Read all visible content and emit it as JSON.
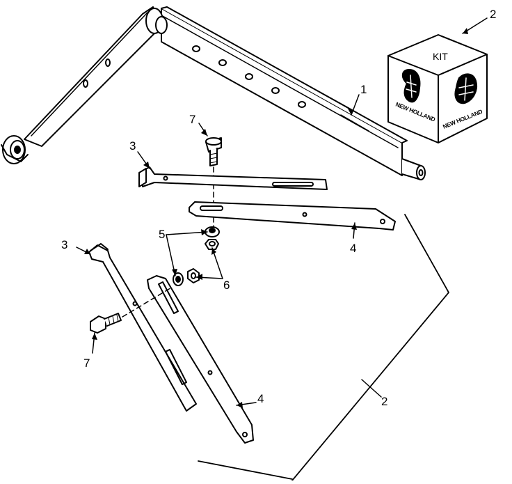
{
  "callouts": {
    "lift_arm": "1",
    "kit_box": "2",
    "bracket_kit": "2",
    "bracket_upper": "3",
    "bracket_lower": "3",
    "strap_upper": "4",
    "strap_lower": "4",
    "washer": "5",
    "nut": "6",
    "bolt_upper": "7",
    "bolt_lower": "7"
  },
  "kit_box": {
    "label": "KIT",
    "brand_left": "NEW HOLLAND",
    "brand_right": "NEW HOLLAND"
  }
}
